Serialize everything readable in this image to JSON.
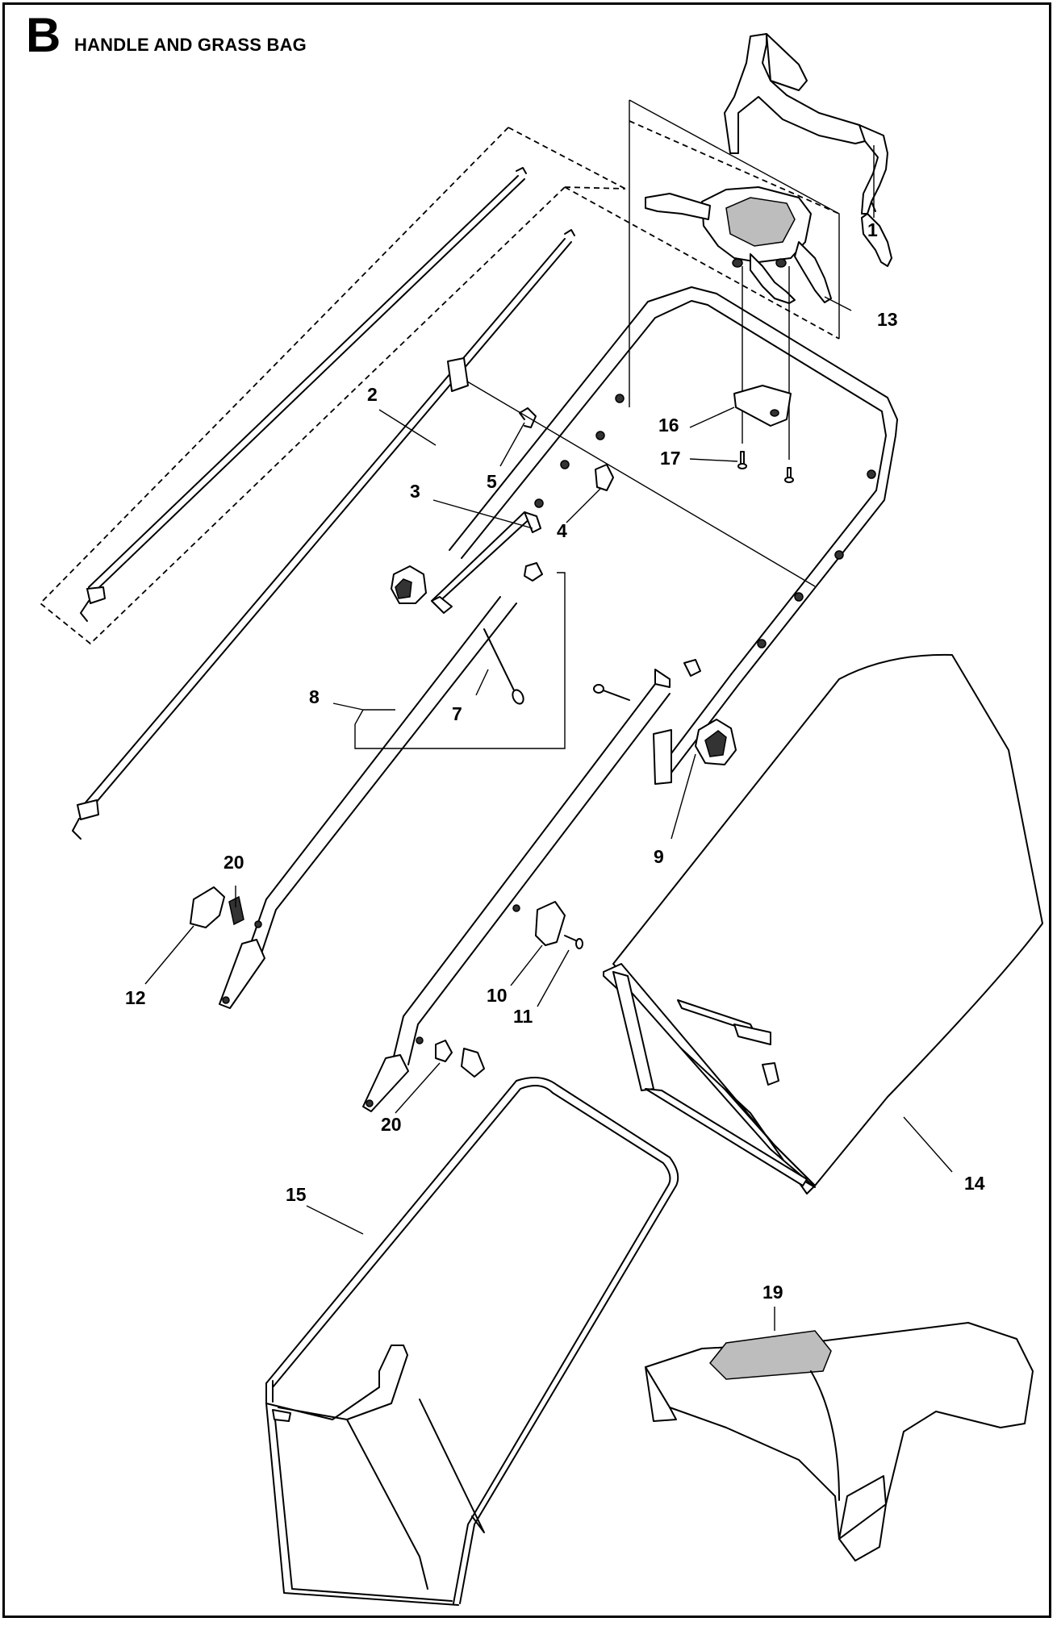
{
  "header": {
    "section_letter": "B",
    "title": "HANDLE AND GRASS BAG"
  },
  "callouts": {
    "c1": "1",
    "c2": "2",
    "c3": "3",
    "c4": "4",
    "c5": "5",
    "c7": "7",
    "c8": "8",
    "c9": "9",
    "c10": "10",
    "c11": "11",
    "c12": "12",
    "c13": "13",
    "c14": "14",
    "c15": "15",
    "c16": "16",
    "c17": "17",
    "c19": "19",
    "c20a": "20",
    "c20b": "20"
  }
}
